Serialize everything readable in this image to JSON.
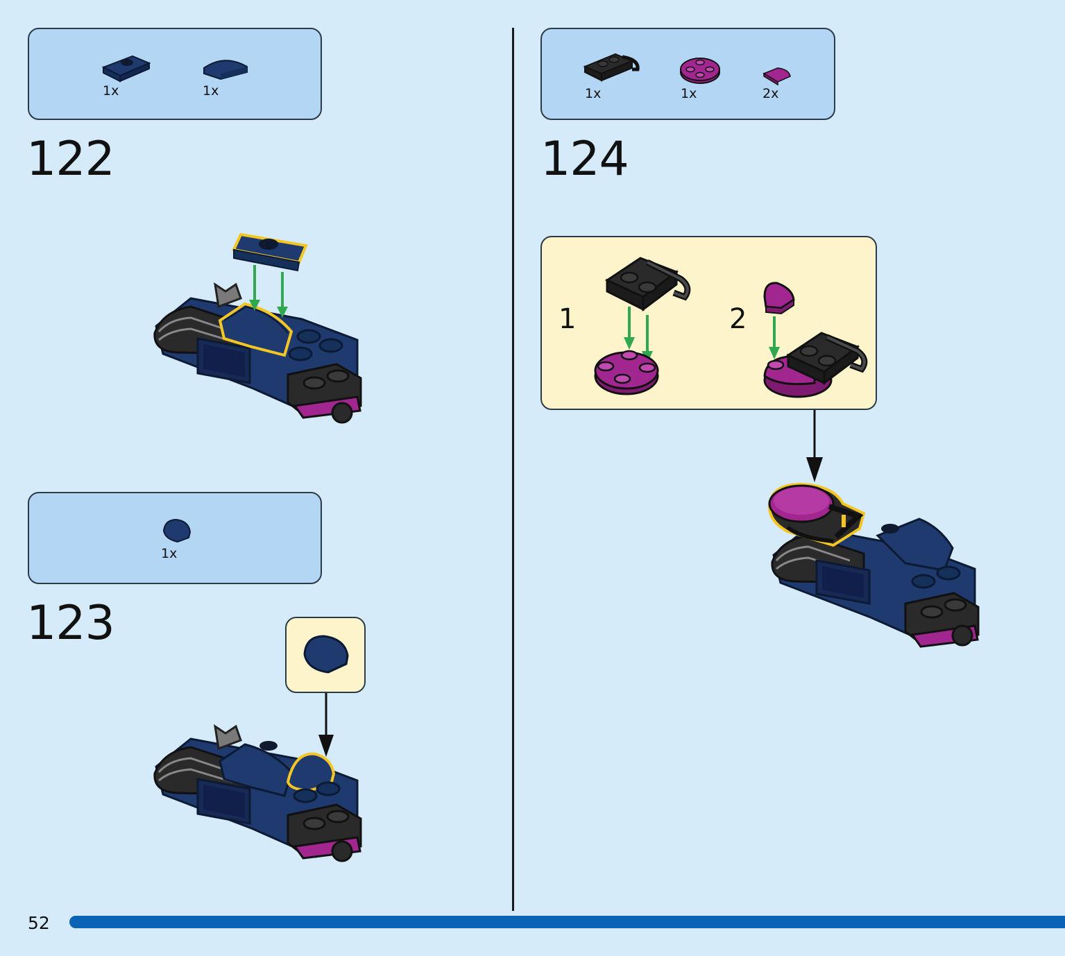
{
  "steps": [
    {
      "number": "122",
      "parts": [
        {
          "qty": "1x",
          "part": "dark-blue-plate-1x2-with-stud"
        },
        {
          "qty": "1x",
          "part": "dark-blue-curved-slope"
        }
      ]
    },
    {
      "number": "123",
      "parts": [
        {
          "qty": "1x",
          "part": "dark-blue-curved-brick"
        }
      ]
    },
    {
      "number": "124",
      "parts": [
        {
          "qty": "1x",
          "part": "black-plate-with-bar-handle"
        },
        {
          "qty": "1x",
          "part": "magenta-round-plate"
        },
        {
          "qty": "2x",
          "part": "magenta-quarter-round-tile"
        }
      ]
    }
  ],
  "substeps": [
    "1",
    "2"
  ],
  "page": {
    "number": "52",
    "progress": 1.0
  },
  "colors": {
    "background": "#d6ebfa",
    "parts_box": "#b3d6f4",
    "callout": "#fef4cc",
    "dark_blue": "#1e3a6e",
    "black_part": "#2a2a2a",
    "magenta": "#a2268f",
    "highlight": "#f3c623",
    "arrow_green": "#2fa84f",
    "progress": "#0a63b4"
  }
}
